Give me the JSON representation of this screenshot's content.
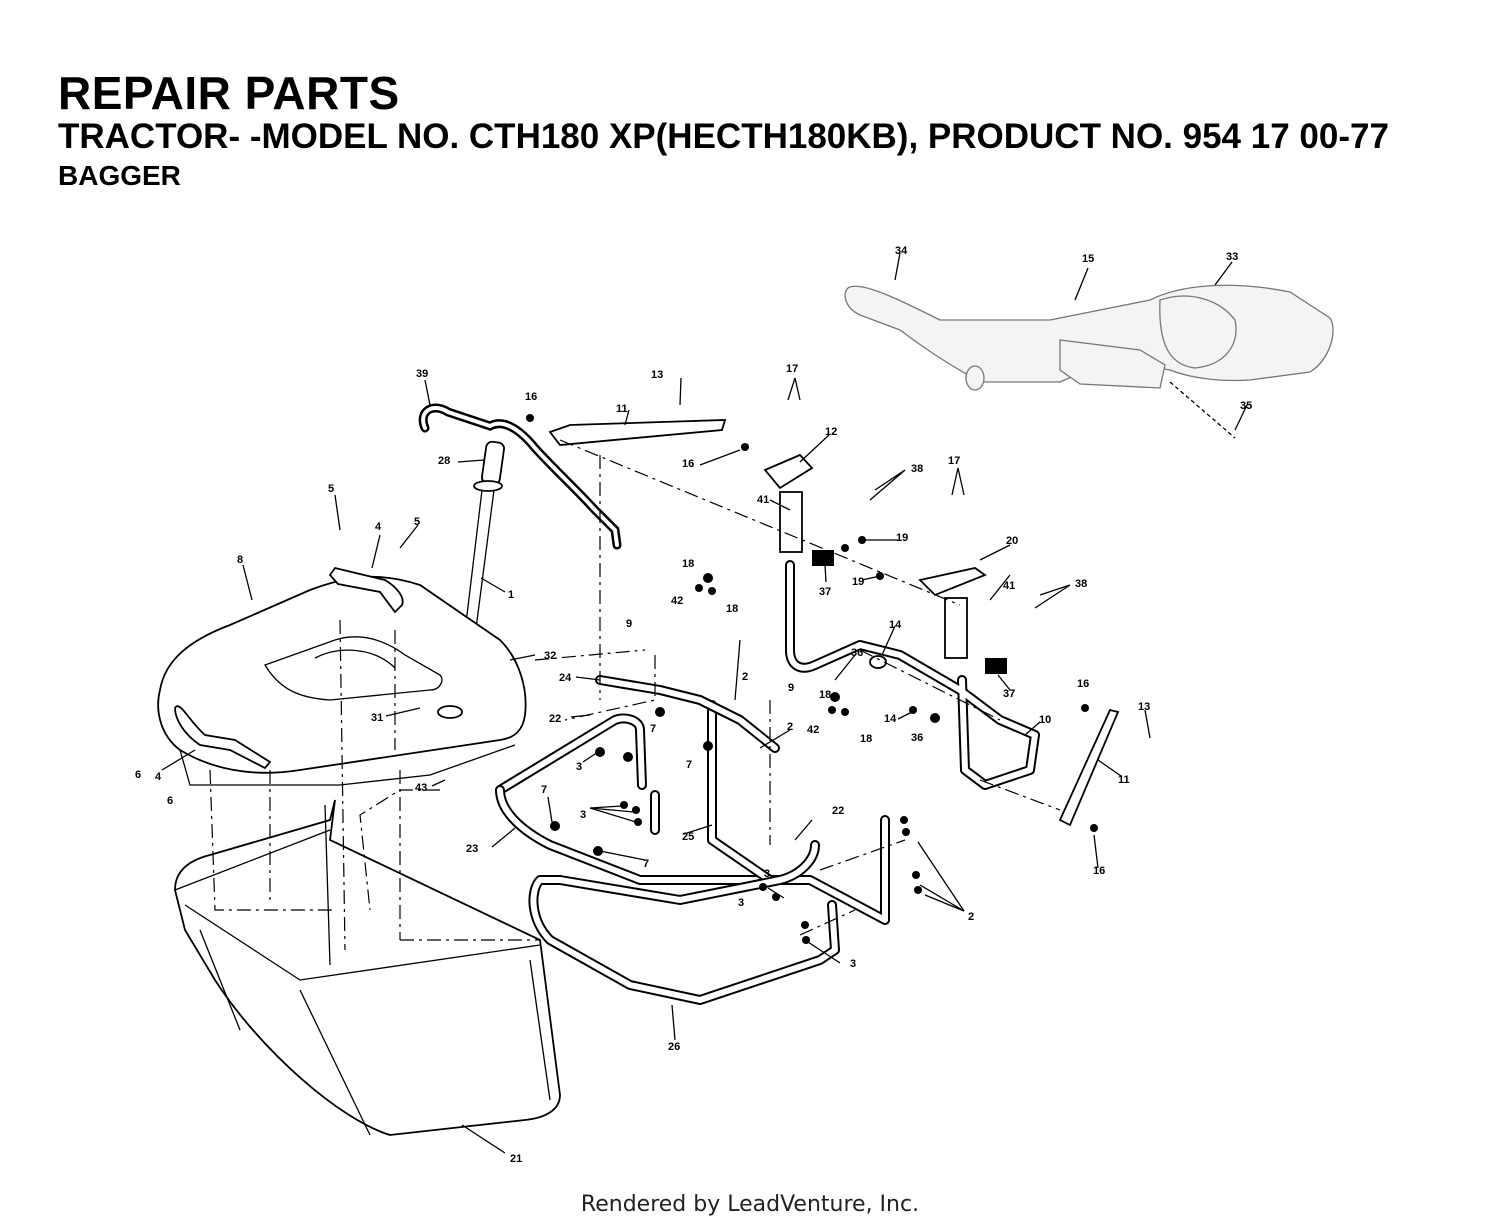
{
  "header": {
    "title": "REPAIR PARTS",
    "model_line": "TRACTOR- -MODEL NO. CTH180 XP(HECTH180KB), PRODUCT NO. 954 17 00-77",
    "section": "BAGGER"
  },
  "footer": "Rendered by LeadVenture, Inc.",
  "callouts": [
    "1",
    "2",
    "3",
    "4",
    "5",
    "6",
    "7",
    "8",
    "9",
    "10",
    "11",
    "12",
    "13",
    "14",
    "15",
    "16",
    "17",
    "18",
    "19",
    "20",
    "21",
    "22",
    "23",
    "24",
    "25",
    "26",
    "28",
    "31",
    "32",
    "33",
    "34",
    "35",
    "36",
    "37",
    "38",
    "39",
    "41",
    "42",
    "43"
  ]
}
